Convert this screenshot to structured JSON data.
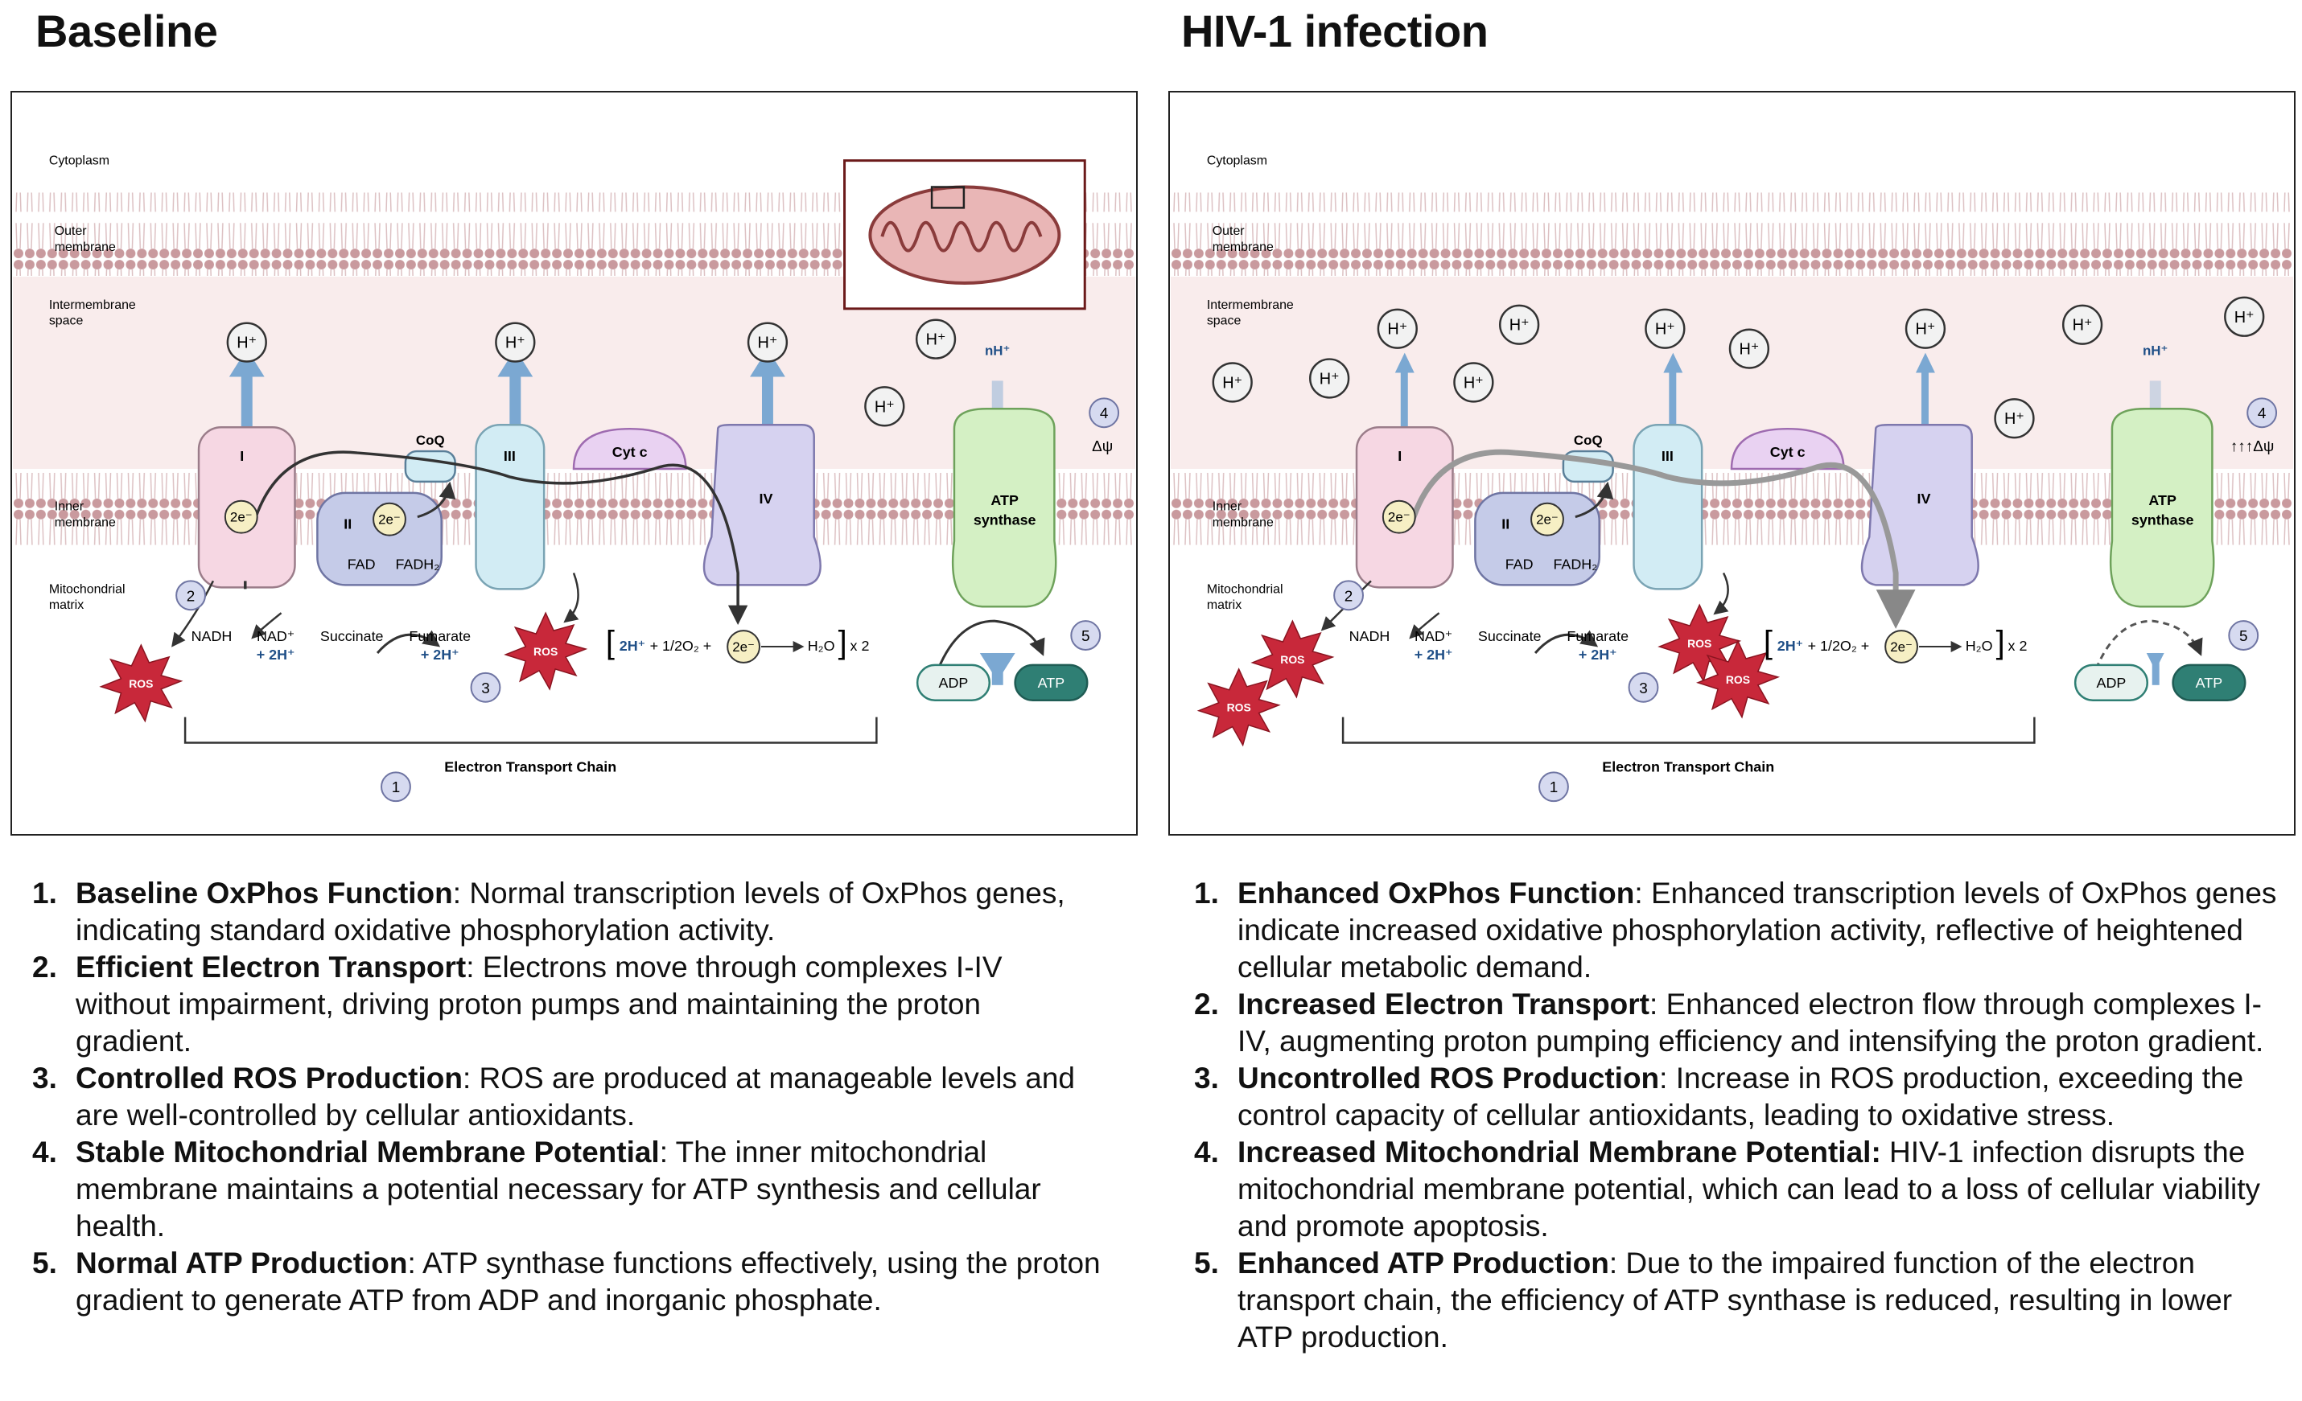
{
  "panels": [
    {
      "title": "Baseline",
      "labels": {
        "cytoplasm": "Cytoplasm",
        "outer1": "Outer",
        "outer2": "membrane",
        "ims1": "Intermembrane",
        "ims2": "space",
        "inner1": "Inner",
        "inner2": "membrane",
        "matrix1": "Mitochondrial",
        "matrix2": "matrix",
        "complex_i": "I",
        "complex_ii": "II",
        "complex_iii": "III",
        "complex_iv": "IV",
        "coq": "CoQ",
        "cytc": "Cyt c",
        "atp_synthase1": "ATP",
        "atp_synthase2": "synthase",
        "proton": "H⁺",
        "n_proton": "nH⁺",
        "electrons": "2e⁻",
        "nadh": "NADH",
        "nad": "NAD⁺",
        "plus_2h": "+ 2H⁺",
        "succinate": "Succinate",
        "fumarate": "Fumarate",
        "fad": "FAD",
        "fadh2": "FADH₂",
        "ros": "ROS",
        "eq_bracket_open": "[",
        "eq_2h": "2H⁺",
        "eq_o2": "+ 1/2O₂ +",
        "eq_h2o": "H₂O",
        "eq_bracket_close": "]",
        "eq_mult": "x 2",
        "adp": "ADP",
        "atp": "ATP",
        "delta_psi": "Δψ",
        "etc": "Electron Transport Chain",
        "n1": "1",
        "n2": "2",
        "n3": "3",
        "n4": "4",
        "n5": "5"
      },
      "legend": [
        {
          "num": "1.",
          "term": "Baseline OxPhos Function",
          "text": ": Normal transcription levels of OxPhos genes, indicating standard oxidative phosphorylation activity."
        },
        {
          "num": "2.",
          "term": "Efficient Electron Transport",
          "text": ": Electrons move through complexes I-IV without impairment, driving proton pumps and maintaining the proton gradient."
        },
        {
          "num": "3.",
          "term": "Controlled ROS Production",
          "text": ": ROS are produced at manageable levels and are well-controlled by cellular antioxidants."
        },
        {
          "num": "4.",
          "term": "Stable Mitochondrial Membrane Potential",
          "text": ": The inner mitochondrial membrane maintains a potential necessary for ATP synthesis and cellular health."
        },
        {
          "num": "5.",
          "term": "Normal ATP Production",
          "text": ": ATP synthase functions effectively, using the proton gradient to generate ATP from ADP and inorganic phosphate."
        }
      ]
    },
    {
      "title": "HIV-1 infection",
      "labels": {
        "cytoplasm": "Cytoplasm",
        "outer1": "Outer",
        "outer2": "membrane",
        "ims1": "Intermembrane",
        "ims2": "space",
        "inner1": "Inner",
        "inner2": "membrane",
        "matrix1": "Mitochondrial",
        "matrix2": "matrix",
        "complex_i": "I",
        "complex_ii": "II",
        "complex_iii": "III",
        "complex_iv": "IV",
        "coq": "CoQ",
        "cytc": "Cyt c",
        "atp_synthase1": "ATP",
        "atp_synthase2": "synthase",
        "proton": "H⁺",
        "n_proton": "nH⁺",
        "electrons": "2e⁻",
        "nadh": "NADH",
        "nad": "NAD⁺",
        "plus_2h": "+ 2H⁺",
        "succinate": "Succinate",
        "fumarate": "Fumarate",
        "fad": "FAD",
        "fadh2": "FADH₂",
        "ros": "ROS",
        "eq_bracket_open": "[",
        "eq_2h": "2H⁺",
        "eq_o2": "+ 1/2O₂ +",
        "eq_h2o": "H₂O",
        "eq_bracket_close": "]",
        "eq_mult": "x 2",
        "adp": "ADP",
        "atp": "ATP",
        "delta_psi": "↑↑↑Δψ",
        "etc": "Electron Transport Chain",
        "n1": "1",
        "n2": "2",
        "n3": "3",
        "n4": "4",
        "n5": "5"
      },
      "legend": [
        {
          "num": "1.",
          "term": "Enhanced OxPhos Function",
          "text": ": Enhanced transcription levels of OxPhos genes indicate increased oxidative phosphorylation activity, reflective of heightened cellular metabolic demand."
        },
        {
          "num": "2.",
          "term": "Increased Electron Transport",
          "text": ": Enhanced electron flow through complexes I-IV, augmenting proton pumping efficiency and intensifying the proton gradient."
        },
        {
          "num": "3.",
          "term": "Uncontrolled ROS Production",
          "text": ": Increase in ROS production, exceeding the control capacity of cellular antioxidants, leading to oxidative stress."
        },
        {
          "num": "4.",
          "term": "Increased Mitochondrial Membrane Potential:",
          "text": " HIV-1 infection disrupts the mitochondrial membrane potential, which can lead to a loss of cellular viability and promote apoptosis."
        },
        {
          "num": "5.",
          "term": "Enhanced ATP Production",
          "text": ": Due to the impaired function of the electron transport chain, the efficiency of ATP synthase is reduced, resulting in lower ATP production."
        }
      ]
    }
  ],
  "colors": {
    "membrane_head": "#c99a9e",
    "membrane_tail": "#dcc0c2",
    "ims_fill": "#f9ecec",
    "complex_i": "#f6d7e3",
    "complex_ii": "#c5cbe8",
    "complex_iii": "#d2ecf4",
    "complex_iv": "#d6d2f0",
    "cytc": "#e9d2f2",
    "atp_synthase": "#d4f0c4",
    "ros": "#c8283a",
    "proton_arrow": "#7ba8d2",
    "atp_button": "#2f7f74",
    "number_badge": "#d6daf0"
  }
}
